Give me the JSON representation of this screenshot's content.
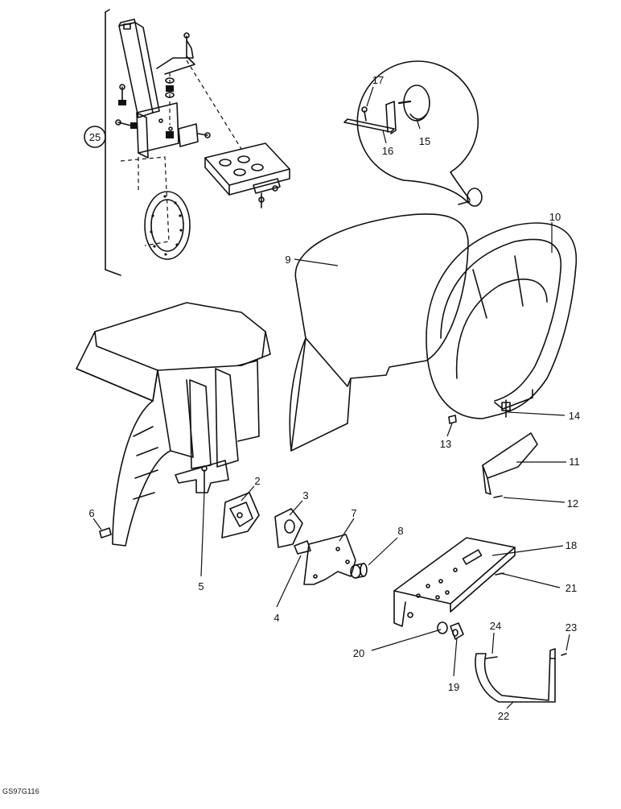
{
  "diagram": {
    "callouts": [
      "2",
      "3",
      "4",
      "5",
      "6",
      "7",
      "8",
      "9",
      "10",
      "11",
      "12",
      "13",
      "14",
      "15",
      "16",
      "17",
      "18",
      "19",
      "20",
      "21",
      "22",
      "23",
      "24"
    ],
    "inset_circle_label": "25",
    "footer_code": "GS97G116"
  }
}
